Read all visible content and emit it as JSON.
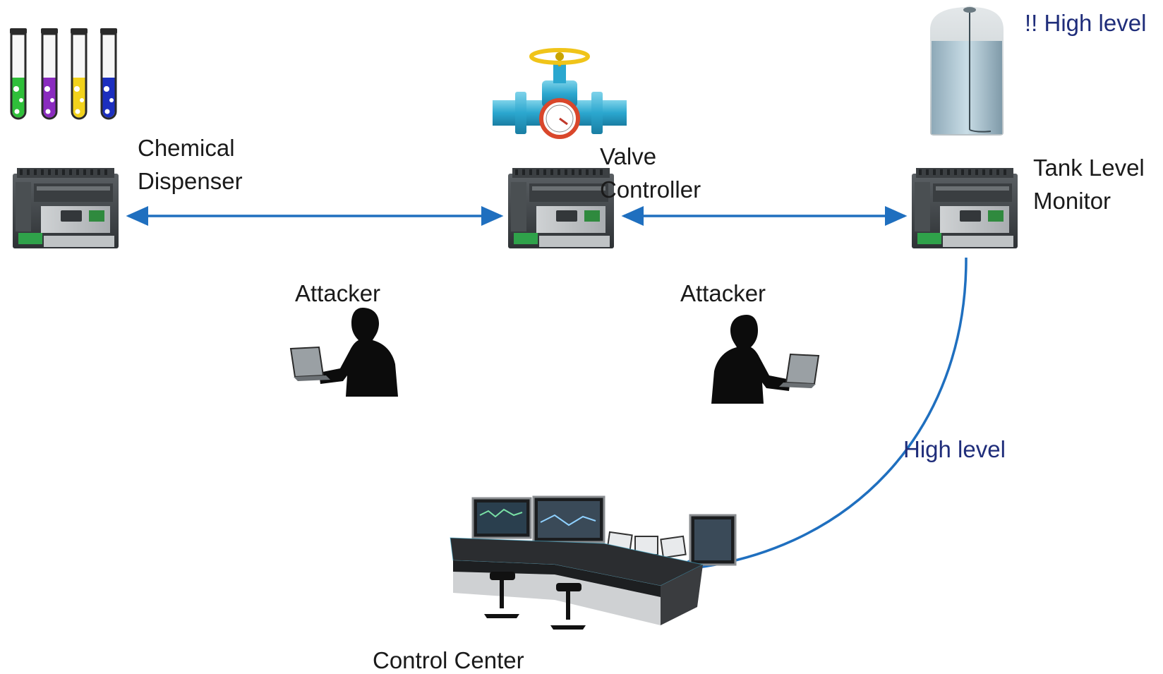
{
  "nodes": {
    "chemical_dispenser": {
      "line1": "Chemical",
      "line2": "Dispenser"
    },
    "valve_controller": {
      "line1": "Valve",
      "line2": "Controller"
    },
    "tank_level_monitor": {
      "line1": "Tank Level",
      "line2": "Monitor"
    },
    "control_center": {
      "label": "Control Center"
    }
  },
  "attackers": [
    {
      "label": "Attacker"
    },
    {
      "label": "Attacker"
    }
  ],
  "alerts": {
    "tank_alert": "!! High level",
    "link_alert": "High level"
  },
  "icons": [
    "test-tubes-icon",
    "valve-icon",
    "tank-icon",
    "plc-icon",
    "hacker-icon",
    "control-desk-icon"
  ],
  "colors": {
    "link": "#1f6fbf",
    "alert_text": "#1f2d7a",
    "tube_colors": [
      "#2fbf3a",
      "#8a2bbf",
      "#f2d21b",
      "#1c2fbf"
    ]
  }
}
